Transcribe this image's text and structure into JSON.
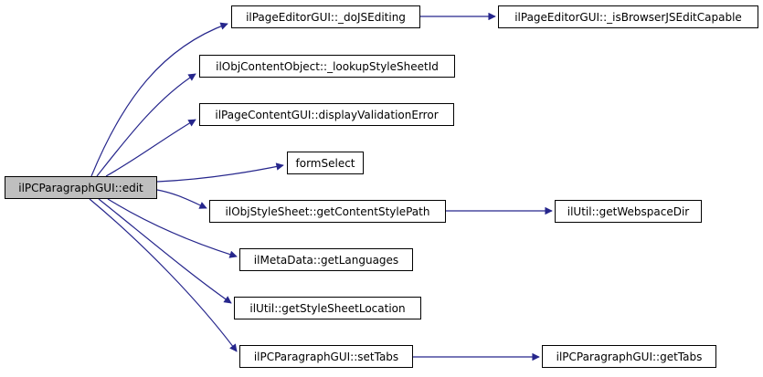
{
  "diagram": {
    "type": "call-graph",
    "colors": {
      "edge": "#26268c",
      "node_fill": "#ffffff",
      "root_node_fill": "#bfbfbf",
      "node_border": "#000000",
      "text": "#000000",
      "background": "#ffffff"
    },
    "nodes": [
      {
        "id": "edit",
        "label": "ilPCParagraphGUI::edit",
        "role": "root"
      },
      {
        "id": "doJSEditing",
        "label": "ilPageEditorGUI::_doJSEditing",
        "role": "callee"
      },
      {
        "id": "isBrowserJSEditCapable",
        "label": "ilPageEditorGUI::_isBrowserJSEditCapable",
        "role": "callee"
      },
      {
        "id": "lookupStyleSheetId",
        "label": "ilObjContentObject::_lookupStyleSheetId",
        "role": "callee"
      },
      {
        "id": "displayValidationError",
        "label": "ilPageContentGUI::displayValidationError",
        "role": "callee"
      },
      {
        "id": "formSelect",
        "label": "formSelect",
        "role": "callee"
      },
      {
        "id": "getContentStylePath",
        "label": "ilObjStyleSheet::getContentStylePath",
        "role": "callee"
      },
      {
        "id": "getWebspaceDir",
        "label": "ilUtil::getWebspaceDir",
        "role": "callee"
      },
      {
        "id": "getLanguages",
        "label": "ilMetaData::getLanguages",
        "role": "callee"
      },
      {
        "id": "getStyleSheetLocation",
        "label": "ilUtil::getStyleSheetLocation",
        "role": "callee"
      },
      {
        "id": "setTabs",
        "label": "ilPCParagraphGUI::setTabs",
        "role": "callee"
      },
      {
        "id": "getTabs",
        "label": "ilPCParagraphGUI::getTabs",
        "role": "callee"
      }
    ],
    "edges": [
      {
        "from": "edit",
        "to": "doJSEditing"
      },
      {
        "from": "edit",
        "to": "lookupStyleSheetId"
      },
      {
        "from": "edit",
        "to": "displayValidationError"
      },
      {
        "from": "edit",
        "to": "formSelect"
      },
      {
        "from": "edit",
        "to": "getContentStylePath"
      },
      {
        "from": "edit",
        "to": "getLanguages"
      },
      {
        "from": "edit",
        "to": "getStyleSheetLocation"
      },
      {
        "from": "edit",
        "to": "setTabs"
      },
      {
        "from": "doJSEditing",
        "to": "isBrowserJSEditCapable"
      },
      {
        "from": "getContentStylePath",
        "to": "getWebspaceDir"
      },
      {
        "from": "setTabs",
        "to": "getTabs"
      }
    ]
  }
}
